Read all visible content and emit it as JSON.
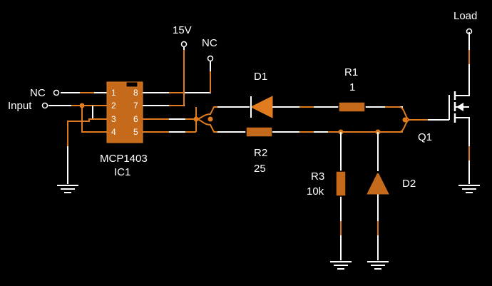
{
  "colors": {
    "background": "#000000",
    "wire": "#ffffff",
    "highlight": "#e07b1f",
    "component": "#c46a1a"
  },
  "labels": {
    "nc_left": "NC",
    "input": "Input",
    "supply": "15V",
    "nc_top": "NC",
    "ic_part": "MCP1403",
    "ic_ref": "IC1",
    "d1": "D1",
    "r1_name": "R1",
    "r1_value": "1",
    "r2_name": "R2",
    "r2_value": "25",
    "r3_name": "R3",
    "r3_value": "10k",
    "d2": "D2",
    "q1": "Q1",
    "load": "Load"
  },
  "pins": {
    "p1": "1",
    "p2": "2",
    "p3": "3",
    "p4": "4",
    "p5": "5",
    "p6": "6",
    "p7": "7",
    "p8": "8"
  }
}
